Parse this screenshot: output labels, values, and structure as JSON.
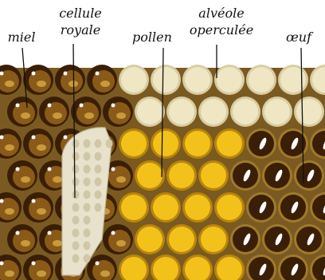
{
  "labels": {
    "miel": "miel",
    "cellule": "cellule",
    "royale": "royale",
    "pollen": "pollen",
    "alveole": "alvéole",
    "operculee": "operculée",
    "oeuf": "œuf"
  },
  "colors": {
    "honey_dark": "#3a1f06",
    "honey_mid": "#8a5a18",
    "honey_light": "#c99a3a",
    "pollen": "#f2c21a",
    "pollen_dark": "#b8860b",
    "capped": "#efe6c4",
    "capped_rim": "#d8cda2",
    "royal_cell": "#e8e2cc",
    "egg": "#ffffff",
    "line": "#111111"
  }
}
